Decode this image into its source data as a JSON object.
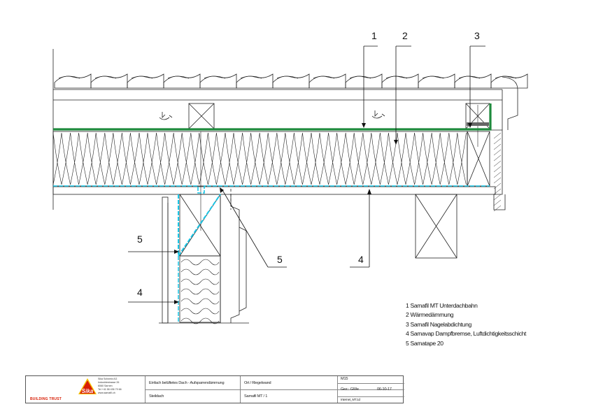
{
  "callouts": [
    "1",
    "2",
    "3",
    "4",
    "5",
    "4",
    "5"
  ],
  "legend": [
    "1 Samafil MT Unterdachbahn",
    "2 Wärmedämmung",
    "3 Samafil Nagelabdichtung",
    "4 Samavap Dampfbremse, Luftdichtigkeitsschicht",
    "5 Samatape 20"
  ],
  "title_block": {
    "company_lines": [
      "Sika Schweiz AG",
      "Industriestrasse 26",
      "6060 Sarnen",
      "Tel +41 58 436 79 66",
      "www.samafil.ch"
    ],
    "brand": "Sika",
    "tagline": "BUILDING TRUST",
    "description": "Einfach belüftetes Dach - Aufsparrendämmung",
    "location": "Ort / Riegelwand",
    "roof_type": "Steildach",
    "product": "Samafil MT / 1",
    "drawing_number": "M15",
    "drawn_by": "Gez.: GWe",
    "date": "06-10-17",
    "file": "Internet_MT.1d"
  },
  "colors": {
    "membrane_green": "#1e8a3c",
    "vapour_cyan": "#19c6e6",
    "sika_red": "#d81e05",
    "sika_yellow": "#f5c400"
  }
}
